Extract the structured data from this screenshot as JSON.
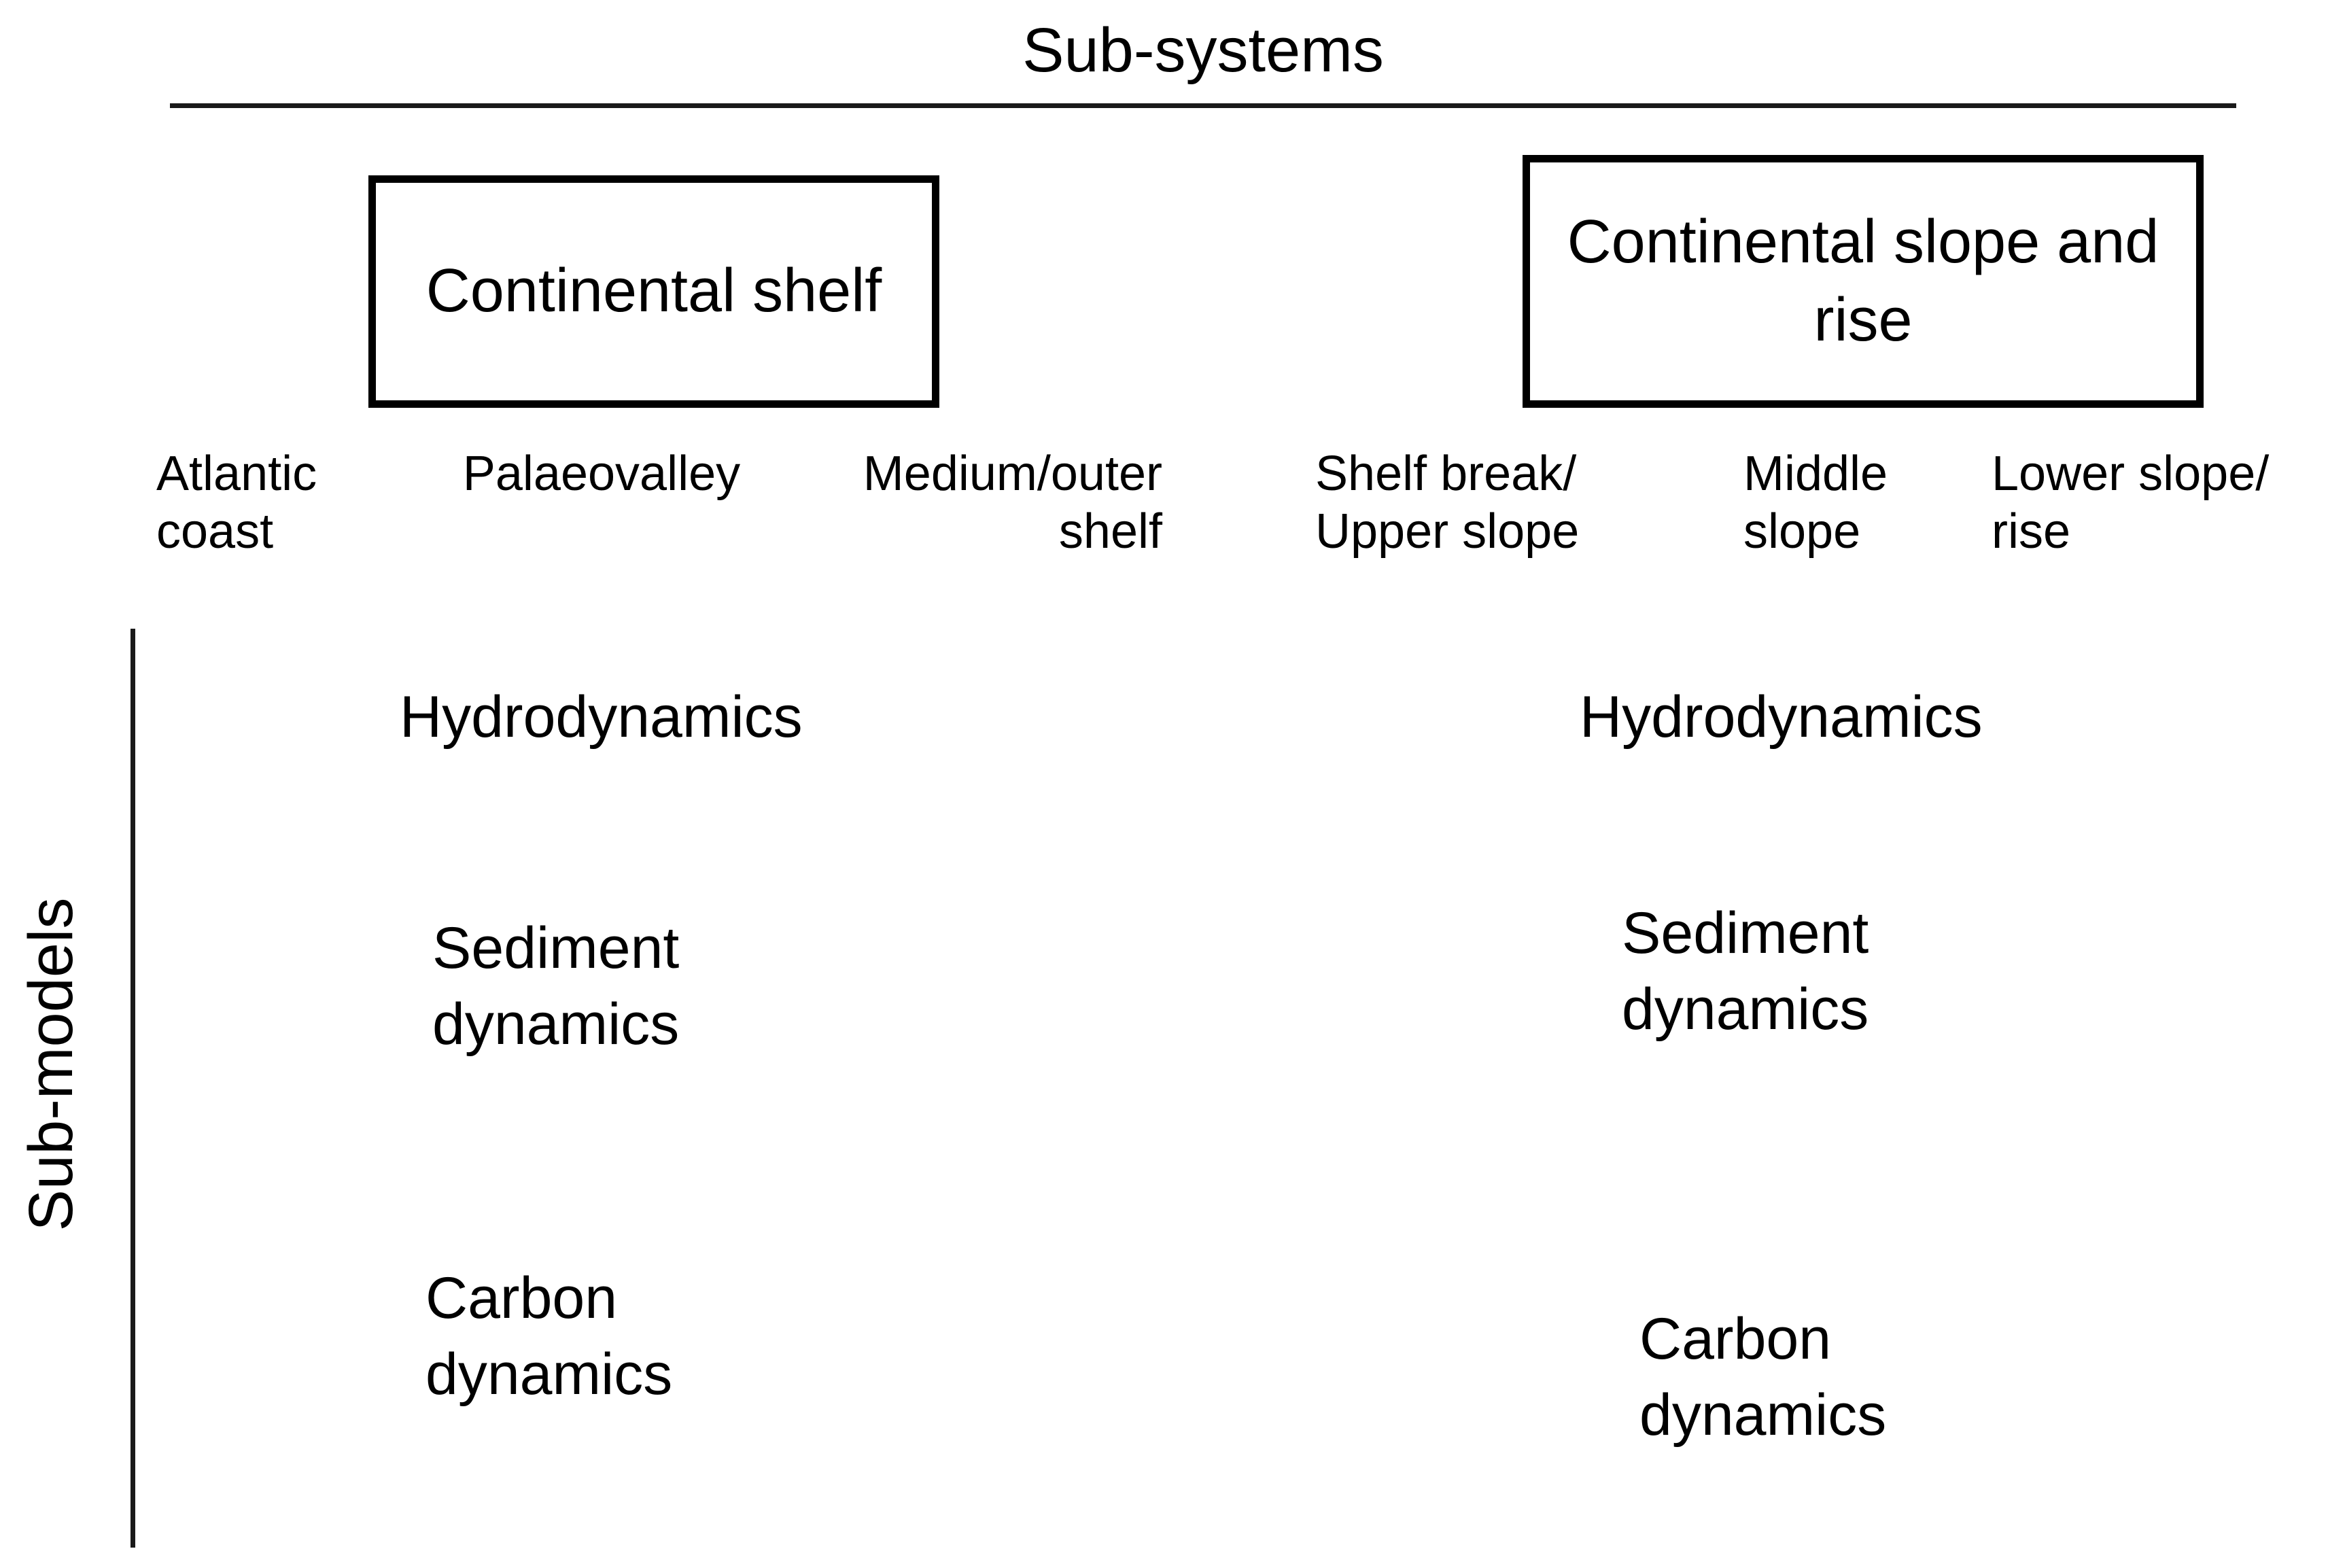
{
  "figure": {
    "axes": {
      "top_axis_title": "Sub-systems",
      "left_axis_title": "Sub-models"
    },
    "subsystems": [
      {
        "id": "continental-shelf",
        "label": "Continental shelf",
        "zones": [
          {
            "id": "atlantic-coast",
            "label": "Atlantic\ncoast"
          },
          {
            "id": "palaeovalley",
            "label": "Palaeovalley"
          },
          {
            "id": "medium-outer-shelf",
            "label": "Medium/outer\nshelf"
          }
        ]
      },
      {
        "id": "continental-slope-and-rise",
        "label": "Continental slope and rise",
        "zones": [
          {
            "id": "shelf-break-upper-slope",
            "label": "Shelf break/\nUpper slope"
          },
          {
            "id": "middle-slope",
            "label": "Middle\nslope"
          },
          {
            "id": "lower-slope-rise",
            "label": "Lower slope/\nrise"
          }
        ]
      }
    ],
    "submodels": {
      "shelf": {
        "hydrodynamics": "Hydrodynamics",
        "sediment_dynamics": "Sediment\ndynamics",
        "carbon_dynamics": "Carbon\ndynamics"
      },
      "slope": {
        "hydrodynamics": "Hydrodynamics",
        "sediment_dynamics": "Sediment\ndynamics",
        "carbon_dynamics": "Carbon\ndynamics"
      }
    },
    "colors": {
      "text": "#000000",
      "rule": "#1a1a1a",
      "box_border": "#000000",
      "background": "#ffffff"
    }
  }
}
